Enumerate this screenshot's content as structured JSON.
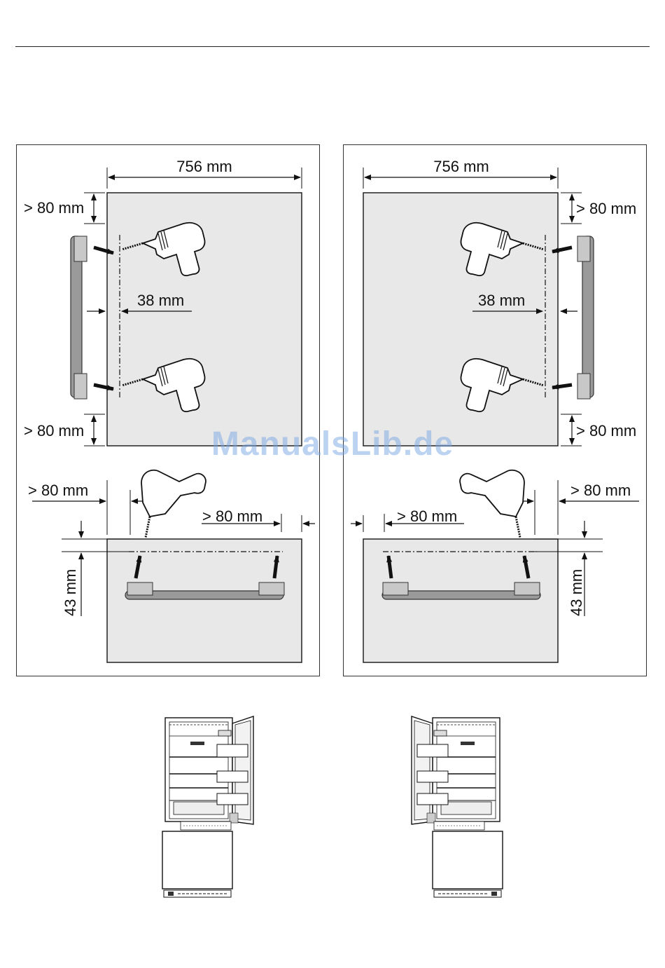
{
  "watermark": "ManualsLib.de",
  "panels": [
    {
      "id": "left-hinge",
      "width_label": "756 mm",
      "top_margin_label": "> 80 mm",
      "bottom_margin_label": "> 80 mm",
      "hole_offset_label": "38 mm",
      "drawer_side_margin_label": "> 80 mm",
      "drawer_hole_margin_label": "> 80 mm",
      "drawer_height_label": "43 mm"
    },
    {
      "id": "right-hinge",
      "width_label": "756 mm",
      "top_margin_label": "> 80 mm",
      "bottom_margin_label": "> 80 mm",
      "hole_offset_label": "38 mm",
      "drawer_side_margin_label": "> 80 mm",
      "drawer_hole_margin_label": "> 80 mm",
      "drawer_height_label": "43 mm"
    }
  ],
  "fridges": [
    {
      "door_side": "right-hinge"
    },
    {
      "door_side": "left-hinge"
    }
  ]
}
